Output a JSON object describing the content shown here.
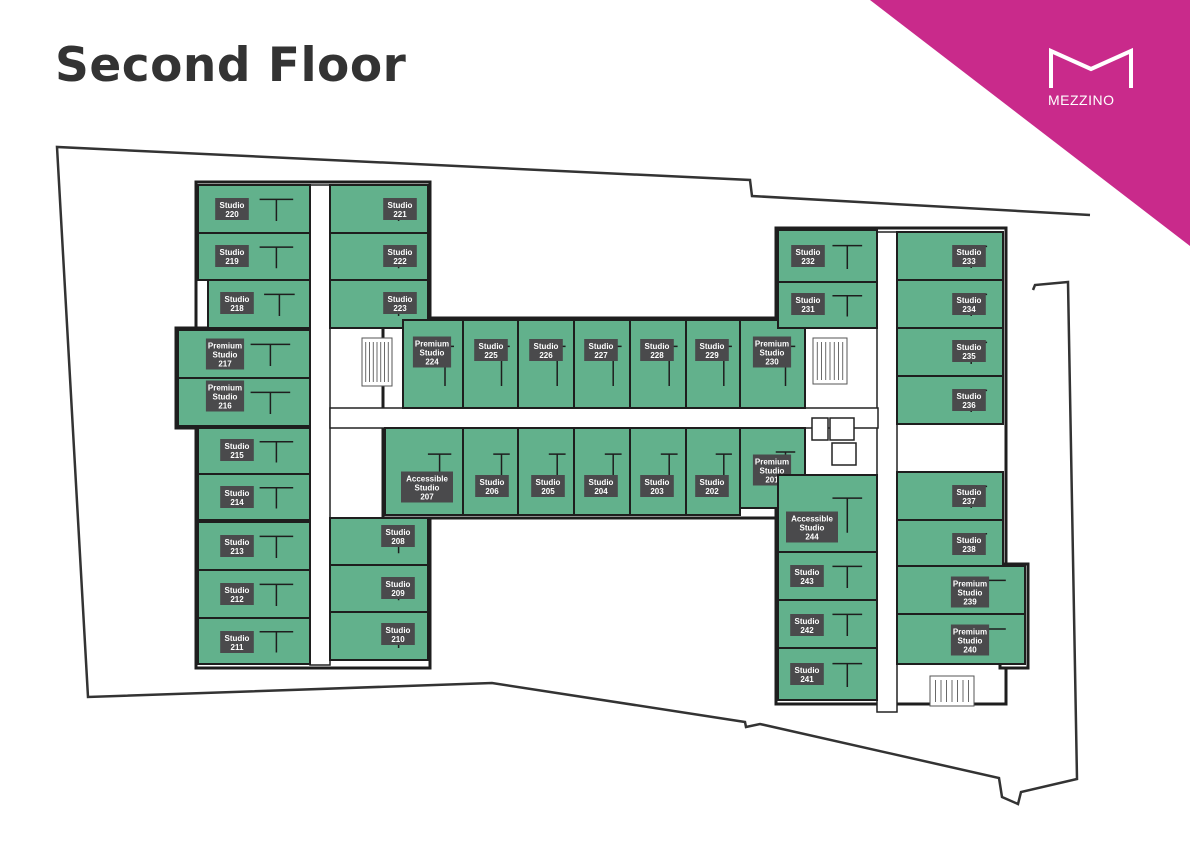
{
  "page": {
    "title": "Second Floor"
  },
  "brand": {
    "name": "MEZZINO",
    "color": "#c92a8b"
  },
  "colors": {
    "room": "#62b18c",
    "label_bg": "#4a4a4c",
    "wall": "#1e1e1e"
  },
  "rooms": [
    {
      "type": "Studio",
      "number": "220"
    },
    {
      "type": "Studio",
      "number": "219"
    },
    {
      "type": "Studio",
      "number": "218"
    },
    {
      "type": "Premium Studio",
      "number": "217"
    },
    {
      "type": "Premium Studio",
      "number": "216"
    },
    {
      "type": "Studio",
      "number": "215"
    },
    {
      "type": "Studio",
      "number": "214"
    },
    {
      "type": "Studio",
      "number": "213"
    },
    {
      "type": "Studio",
      "number": "212"
    },
    {
      "type": "Studio",
      "number": "211"
    },
    {
      "type": "Studio",
      "number": "221"
    },
    {
      "type": "Studio",
      "number": "222"
    },
    {
      "type": "Studio",
      "number": "223"
    },
    {
      "type": "Studio",
      "number": "208"
    },
    {
      "type": "Studio",
      "number": "209"
    },
    {
      "type": "Studio",
      "number": "210"
    },
    {
      "type": "Premium Studio",
      "number": "224"
    },
    {
      "type": "Studio",
      "number": "225"
    },
    {
      "type": "Studio",
      "number": "226"
    },
    {
      "type": "Studio",
      "number": "227"
    },
    {
      "type": "Studio",
      "number": "228"
    },
    {
      "type": "Studio",
      "number": "229"
    },
    {
      "type": "Premium Studio",
      "number": "230"
    },
    {
      "type": "Accessible Studio",
      "number": "207"
    },
    {
      "type": "Studio",
      "number": "206"
    },
    {
      "type": "Studio",
      "number": "205"
    },
    {
      "type": "Studio",
      "number": "204"
    },
    {
      "type": "Studio",
      "number": "203"
    },
    {
      "type": "Studio",
      "number": "202"
    },
    {
      "type": "Premium Studio",
      "number": "201"
    },
    {
      "type": "Studio",
      "number": "232"
    },
    {
      "type": "Studio",
      "number": "231"
    },
    {
      "type": "Accessible Studio",
      "number": "244"
    },
    {
      "type": "Studio",
      "number": "243"
    },
    {
      "type": "Studio",
      "number": "242"
    },
    {
      "type": "Studio",
      "number": "241"
    },
    {
      "type": "Studio",
      "number": "233"
    },
    {
      "type": "Studio",
      "number": "234"
    },
    {
      "type": "Studio",
      "number": "235"
    },
    {
      "type": "Studio",
      "number": "236"
    },
    {
      "type": "Studio",
      "number": "237"
    },
    {
      "type": "Studio",
      "number": "238"
    },
    {
      "type": "Premium Studio",
      "number": "239"
    },
    {
      "type": "Premium Studio",
      "number": "240"
    }
  ]
}
